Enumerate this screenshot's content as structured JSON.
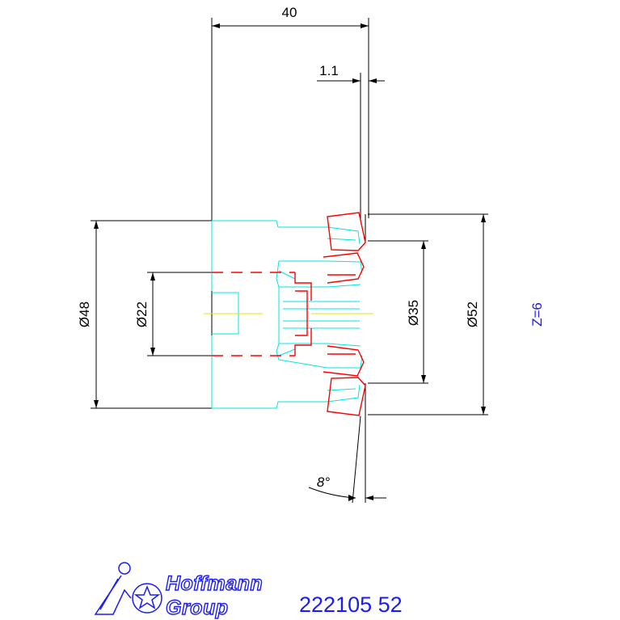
{
  "dimensions": {
    "length": "40",
    "offset": "1.1",
    "dia_bore": "Ø22",
    "dia_body": "Ø48",
    "dia_inner": "Ø35",
    "dia_outer": "Ø52",
    "angle": "8°"
  },
  "teeth_count": "Z=6",
  "logo": {
    "line1": "Hoffmann",
    "line2": "Group"
  },
  "part_number": "222105 52",
  "colors": {
    "dimension": "#000000",
    "tool_body": "#00e5e5",
    "cutting_edge": "#ff0000",
    "center_line": "#e5e500",
    "brand": "#1a1aff"
  }
}
